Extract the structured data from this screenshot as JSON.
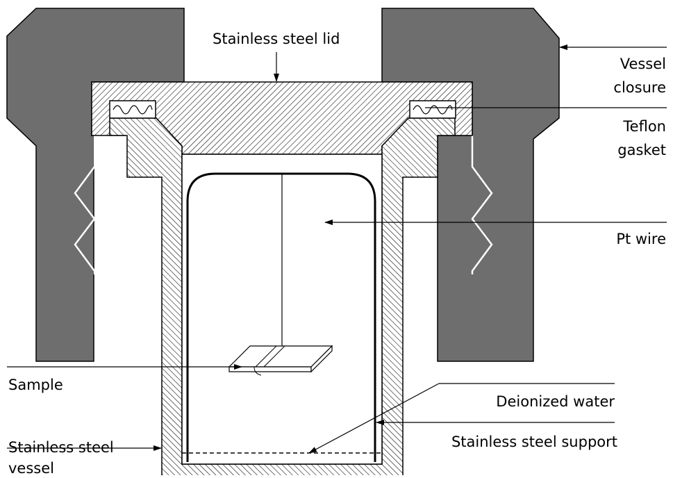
{
  "labels": {
    "lid": "Stainless steel lid",
    "closure_line1": "Vessel",
    "closure_line2": "closure",
    "gasket_line1": "Teflon",
    "gasket_line2": "gasket",
    "pt_wire": "Pt wire",
    "sample": "Sample",
    "water": "Deionized water",
    "support": "Stainless steel support",
    "vessel_line1": "Stainless steel",
    "vessel_line2": "vessel"
  },
  "colors": {
    "closure_fill": "#6e6e6e",
    "outline": "#000000",
    "background": "#ffffff"
  }
}
